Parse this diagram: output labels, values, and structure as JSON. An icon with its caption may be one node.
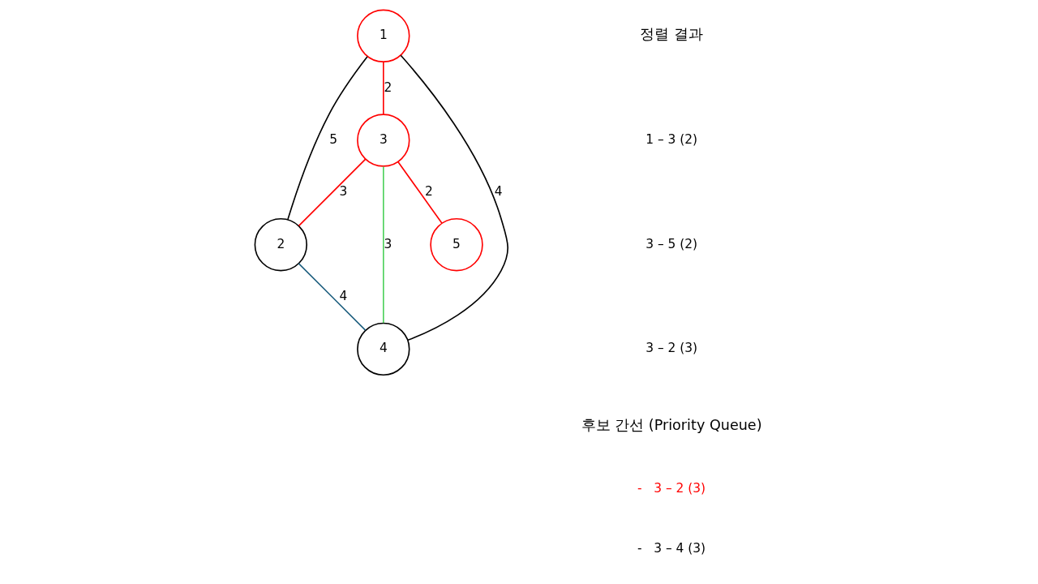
{
  "diagram": {
    "nodes": [
      {
        "text": [
          "1"
        ]
      },
      {
        "text": [
          "2"
        ]
      },
      {
        "text": [
          "3"
        ]
      },
      {
        "text": [
          "4"
        ]
      },
      {
        "text": [
          "5"
        ]
      }
    ],
    "edges": [
      {
        "from": 0,
        "to": 1,
        "arrow": "none",
        "label": "5",
        "color": "#000000"
      },
      {
        "from": 0,
        "to": 2,
        "arrow": "none",
        "label": "2",
        "color": "#ff0000"
      },
      {
        "from": 2,
        "to": 1,
        "arrow": "none",
        "label": "3",
        "color": "#ff0000"
      },
      {
        "from": 1,
        "to": 3,
        "arrow": "none",
        "label": "4",
        "color": "#1f6080"
      },
      {
        "from": 2,
        "to": 4,
        "arrow": "none",
        "label": "2",
        "color": "#ff0000"
      },
      {
        "from": 0,
        "to": 3,
        "arrow": "none",
        "label": "4",
        "color": "#000000"
      },
      {
        "from": 2,
        "to": 3,
        "arrow": "none",
        "label": "3",
        "color": "#4cd05a"
      }
    ],
    "labels": [
      "정렬 결과",
      "1 – 3 (2)",
      "3 – 5 (2)",
      "3 – 2 (3)",
      "후보 간선 (Priority Queue)",
      "-   3 – 2 (3)",
      "-   3 – 4 (3)"
    ]
  }
}
